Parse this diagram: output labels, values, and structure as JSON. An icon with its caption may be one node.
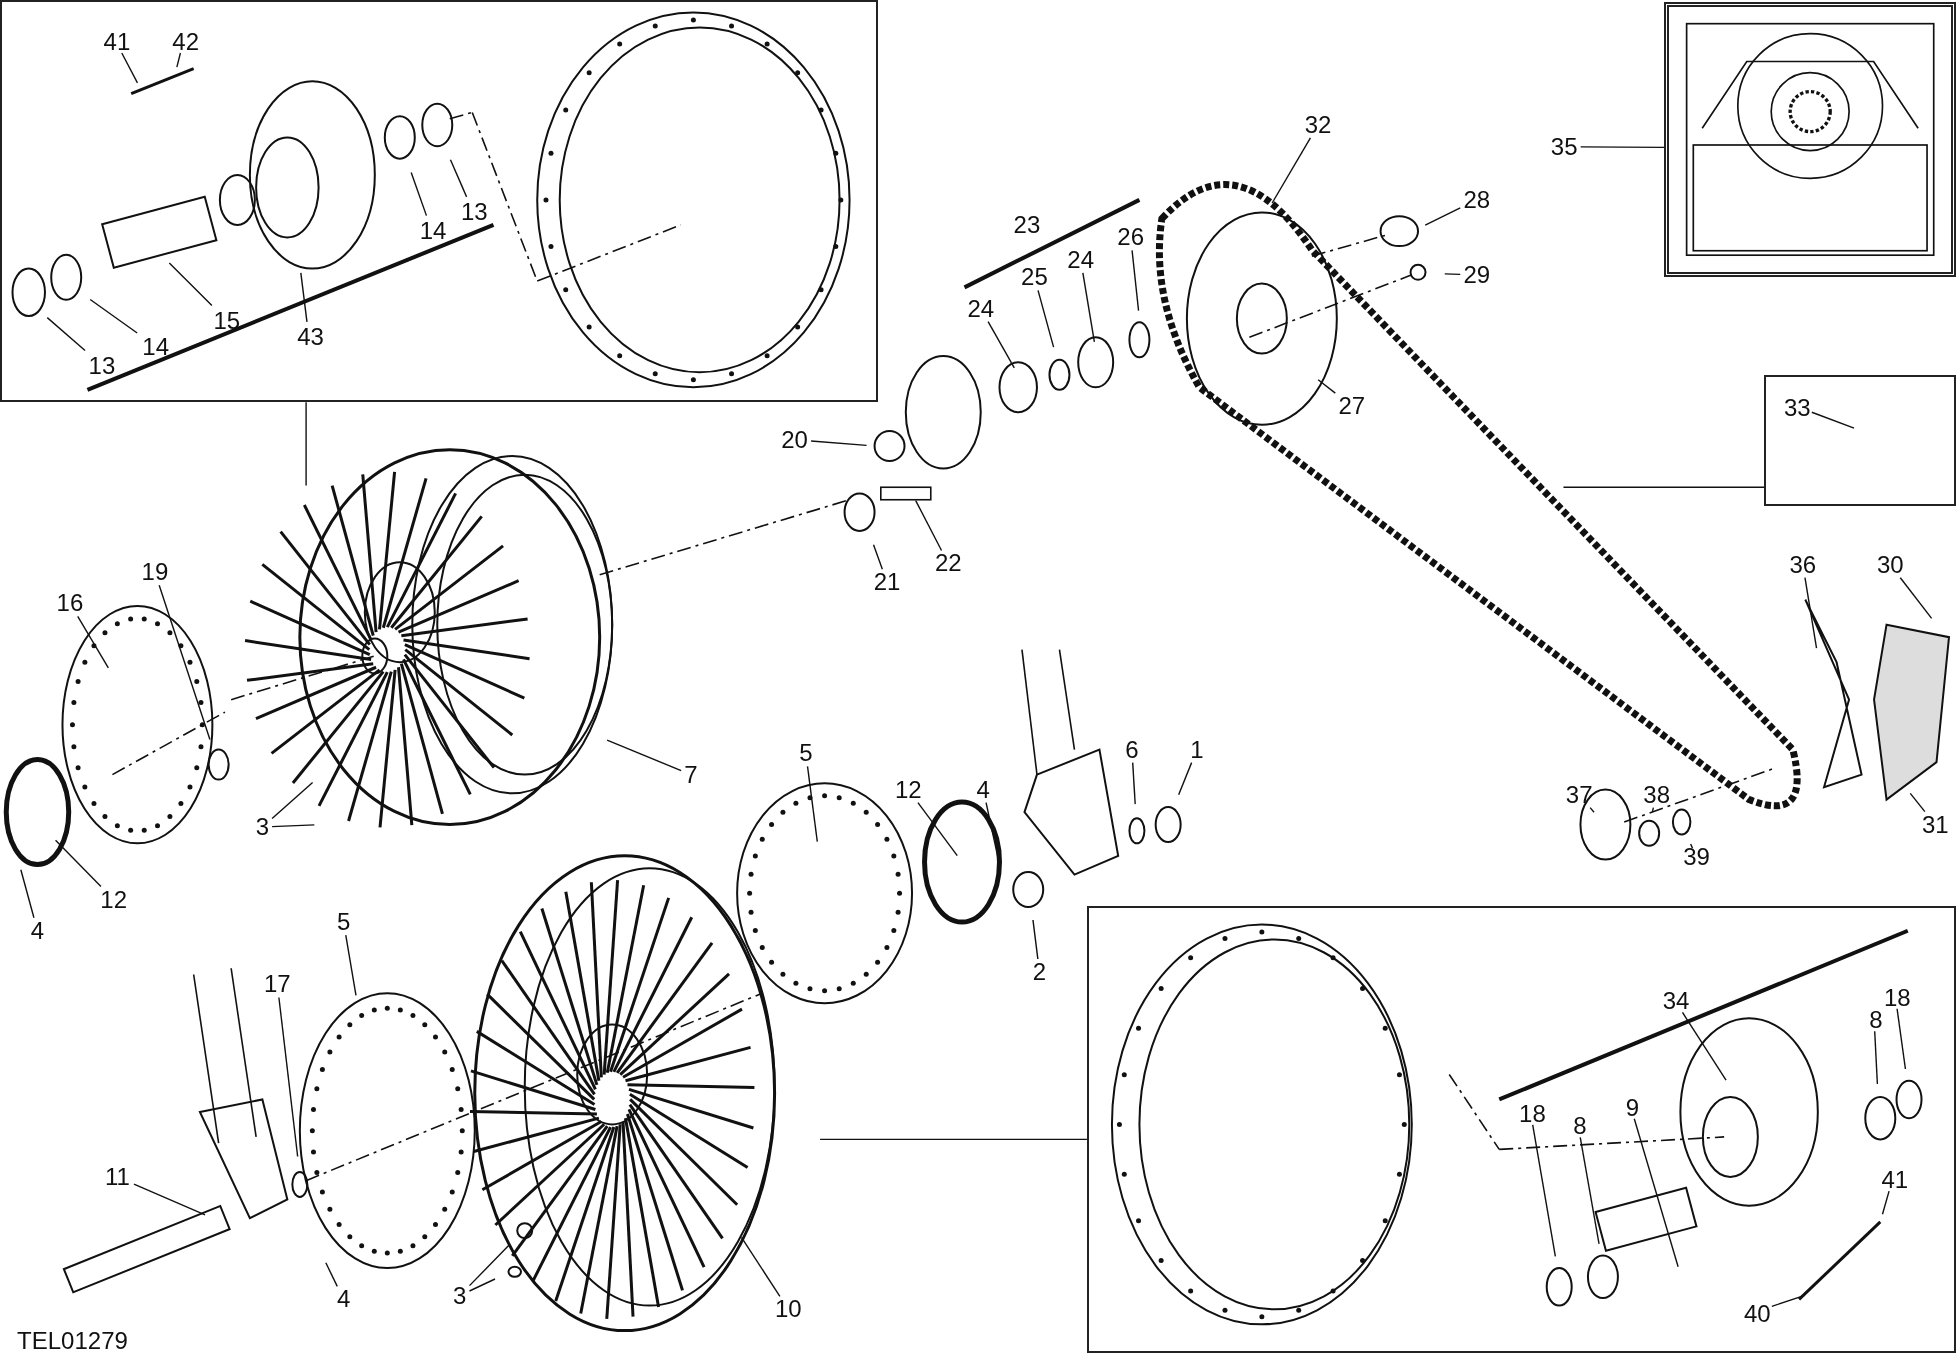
{
  "diagram": {
    "nodes": [
      {
        "text": [],
        "shape": "box"
      },
      {
        "text": [
          "41"
        ],
        "in": 0
      },
      {
        "text": [
          "42"
        ],
        "in": 0
      },
      {
        "text": [
          "13"
        ],
        "in": 0
      },
      {
        "text": [
          "14"
        ],
        "in": 0
      },
      {
        "text": [
          "15"
        ],
        "in": 0
      },
      {
        "text": [
          "43"
        ],
        "in": 0
      },
      {
        "text": [
          "14"
        ],
        "in": 0
      },
      {
        "text": [
          "13"
        ],
        "in": 0
      },
      {
        "text": [],
        "shape": "box"
      },
      {
        "text": [
          "35"
        ]
      },
      {
        "text": [
          "32"
        ]
      },
      {
        "text": [
          "28"
        ]
      },
      {
        "text": [
          "26"
        ]
      },
      {
        "text": [
          "24"
        ]
      },
      {
        "text": [
          "25"
        ]
      },
      {
        "text": [
          "29"
        ]
      },
      {
        "text": [
          "24"
        ]
      },
      {
        "text": [
          "27"
        ]
      },
      {
        "text": [],
        "shape": "box"
      },
      {
        "text": [
          "33"
        ],
        "in": 19
      },
      {
        "text": [
          "20"
        ]
      },
      {
        "text": [
          "22"
        ]
      },
      {
        "text": [
          "21"
        ]
      },
      {
        "text": [
          "36"
        ]
      },
      {
        "text": [
          "30"
        ]
      },
      {
        "text": [
          "19"
        ]
      },
      {
        "text": [
          "16"
        ]
      },
      {
        "text": [
          "7"
        ]
      },
      {
        "text": [
          "5"
        ]
      },
      {
        "text": [
          "12"
        ]
      },
      {
        "text": [
          "4"
        ]
      },
      {
        "text": [
          "6"
        ]
      },
      {
        "text": [
          "1"
        ]
      },
      {
        "text": [
          "37"
        ]
      },
      {
        "text": [
          "38"
        ]
      },
      {
        "text": [
          "39"
        ]
      },
      {
        "text": [
          "31"
        ]
      },
      {
        "text": [
          "3"
        ]
      },
      {
        "text": [
          "12"
        ]
      },
      {
        "text": [
          "4"
        ]
      },
      {
        "text": [
          "5"
        ]
      },
      {
        "text": [
          "2"
        ]
      },
      {
        "text": [],
        "shape": "box"
      },
      {
        "text": [
          "18"
        ],
        "in": 43
      },
      {
        "text": [
          "34"
        ],
        "in": 43
      },
      {
        "text": [
          "8"
        ],
        "in": 43
      },
      {
        "text": [
          "17"
        ]
      },
      {
        "text": [
          "18"
        ],
        "in": 43
      },
      {
        "text": [
          "8"
        ],
        "in": 43
      },
      {
        "text": [
          "9"
        ],
        "in": 43
      },
      {
        "text": [
          "41"
        ],
        "in": 43
      },
      {
        "text": [
          "11"
        ]
      },
      {
        "text": [
          "4"
        ]
      },
      {
        "text": [
          "3"
        ]
      },
      {
        "text": [
          "10"
        ]
      },
      {
        "text": [
          "40"
        ],
        "in": 43
      }
    ],
    "edges": [
      {
        "from": 1,
        "to": null,
        "arrow": "none"
      },
      {
        "from": 2,
        "to": null,
        "arrow": "none"
      },
      {
        "from": 3,
        "to": null,
        "arrow": "none"
      },
      {
        "from": 4,
        "to": null,
        "arrow": "none"
      },
      {
        "from": 5,
        "to": null,
        "arrow": "none"
      },
      {
        "from": 6,
        "to": null,
        "arrow": "none"
      },
      {
        "from": 7,
        "to": null,
        "arrow": "none"
      },
      {
        "from": 8,
        "to": null,
        "arrow": "none"
      },
      {
        "from": 0,
        "to": null,
        "arrow": "none"
      },
      {
        "from": 10,
        "to": 9,
        "arrow": "none"
      },
      {
        "from": 11,
        "to": null,
        "arrow": "none"
      },
      {
        "from": 12,
        "to": null,
        "arrow": "none"
      },
      {
        "from": 13,
        "to": null,
        "arrow": "none"
      },
      {
        "from": 14,
        "to": null,
        "arrow": "none"
      },
      {
        "from": 15,
        "to": null,
        "arrow": "none"
      },
      {
        "from": 16,
        "to": null,
        "arrow": "none"
      },
      {
        "from": 17,
        "to": null,
        "arrow": "none"
      },
      {
        "from": 18,
        "to": null,
        "arrow": "none"
      },
      {
        "from": 19,
        "to": null,
        "arrow": "none"
      },
      {
        "from": 20,
        "to": null,
        "arrow": "none"
      },
      {
        "from": 21,
        "to": null,
        "arrow": "none"
      },
      {
        "from": 22,
        "to": null,
        "arrow": "none"
      },
      {
        "from": 23,
        "to": null,
        "arrow": "none"
      },
      {
        "from": 24,
        "to": null,
        "arrow": "none"
      },
      {
        "from": 25,
        "to": null,
        "arrow": "none"
      },
      {
        "from": 26,
        "to": null,
        "arrow": "none"
      },
      {
        "from": 27,
        "to": null,
        "arrow": "none"
      },
      {
        "from": 28,
        "to": null,
        "arrow": "none"
      },
      {
        "from": 29,
        "to": null,
        "arrow": "none"
      },
      {
        "from": 30,
        "to": null,
        "arrow": "none"
      },
      {
        "from": 31,
        "to": null,
        "arrow": "none"
      },
      {
        "from": 32,
        "to": null,
        "arrow": "none"
      },
      {
        "from": 33,
        "to": null,
        "arrow": "none"
      },
      {
        "from": 34,
        "to": null,
        "arrow": "none"
      },
      {
        "from": 35,
        "to": null,
        "arrow": "none"
      },
      {
        "from": 36,
        "to": null,
        "arrow": "none"
      },
      {
        "from": 37,
        "to": null,
        "arrow": "none"
      },
      {
        "from": 38,
        "to": null,
        "arrow": "none"
      },
      {
        "from": 38,
        "to": null,
        "arrow": "none"
      },
      {
        "from": 39,
        "to": null,
        "arrow": "none"
      },
      {
        "from": 40,
        "to": null,
        "arrow": "none"
      },
      {
        "from": 41,
        "to": null,
        "arrow": "none"
      },
      {
        "from": 42,
        "to": null,
        "arrow": "none"
      },
      {
        "from": 44,
        "to": null,
        "arrow": "none"
      },
      {
        "from": 45,
        "to": null,
        "arrow": "none"
      },
      {
        "from": 46,
        "to": null,
        "arrow": "none"
      },
      {
        "from": 47,
        "to": null,
        "arrow": "none"
      },
      {
        "from": 48,
        "to": null,
        "arrow": "none"
      },
      {
        "from": 49,
        "to": null,
        "arrow": "none"
      },
      {
        "from": 50,
        "to": null,
        "arrow": "none"
      },
      {
        "from": 51,
        "to": null,
        "arrow": "none"
      },
      {
        "from": 52,
        "to": null,
        "arrow": "none"
      },
      {
        "from": 53,
        "to": null,
        "arrow": "none"
      },
      {
        "from": 54,
        "to": null,
        "arrow": "none"
      },
      {
        "from": 54,
        "to": null,
        "arrow": "none"
      },
      {
        "from": 55,
        "to": null,
        "arrow": "none"
      },
      {
        "from": 56,
        "to": null,
        "arrow": "none"
      },
      {
        "from": 43,
        "to": null,
        "arrow": "none"
      }
    ],
    "labels": [
      "23",
      "TEL01279"
    ]
  }
}
